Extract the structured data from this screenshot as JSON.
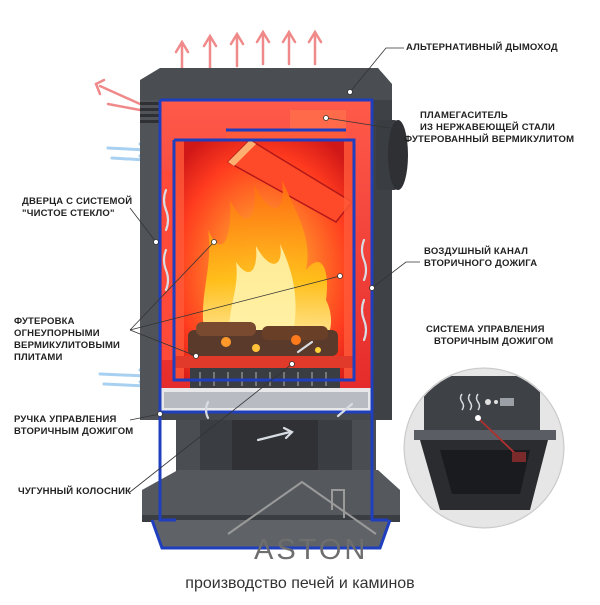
{
  "labels": {
    "alt_chimney": "АЛЬТЕРНАТИВНЫЙ ДЫМОХОД",
    "flame_damper_line1": "ПЛАМЕГАСИТЕЛЬ",
    "flame_damper_line2": "ИЗ НЕРЖАВЕЮЩЕЙ СТАЛИ",
    "flame_damper_line3": "ФУТЕРОВАННЫЙ ВЕРМИКУЛИТОМ",
    "door_line1": "ДВЕРЦА С СИСТЕМОЙ",
    "door_line2": "\"ЧИСТОЕ СТЕКЛО\"",
    "air_channel_line1": "ВОЗДУШНЫЙ КАНАЛ",
    "air_channel_line2": "ВТОРИЧНОГО ДОЖИГА",
    "lining_line1": "ФУТЕРОВКА",
    "lining_line2": "ОГНЕУПОРНЫМИ",
    "lining_line3": "ВЕРМИКУЛИТОВЫМИ",
    "lining_line4": "ПЛИТАМИ",
    "control_system_line1": "СИСТЕМА УПРАВЛЕНИЯ",
    "control_system_line2": "ВТОРИЧНЫМ ДОЖИГОМ",
    "handle_line1": "РУЧКА УПРАВЛЕНИЯ",
    "handle_line2": "ВТОРИЧНЫМ ДОЖИГОМ",
    "grate": "ЧУГУННЫЙ КОЛОСНИК"
  },
  "brand": {
    "name": "ASTON",
    "tagline": "производство печей и каминов"
  },
  "colors": {
    "steel": "#4a4d52",
    "steel_light": "#6b6f75",
    "steel_dark": "#2e3034",
    "outline": "#1f3fbf",
    "fire_hot": "#ff3b1f",
    "fire_yellow": "#ffd23a",
    "hot_air": "#f08080",
    "cold_air": "#a8d0f0"
  }
}
